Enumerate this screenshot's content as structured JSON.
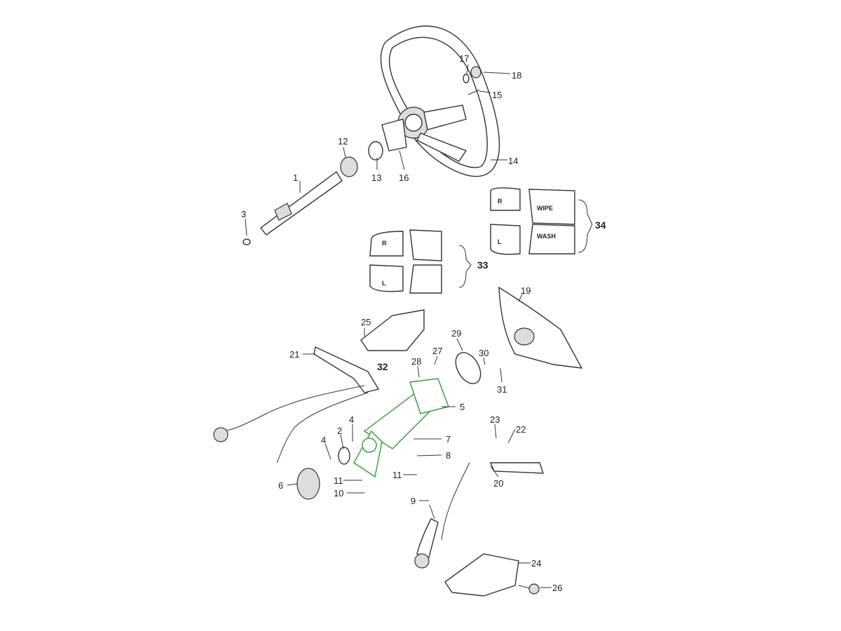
{
  "diagram": {
    "title": "Steering wheel and column switches parts diagram",
    "highlight_color": "#2f9b2f",
    "callouts": [
      "1",
      "2",
      "3",
      "4",
      "4",
      "5",
      "6",
      "7",
      "8",
      "9",
      "10",
      "11",
      "11",
      "12",
      "13",
      "14",
      "15",
      "16",
      "17",
      "18",
      "19",
      "20",
      "21",
      "22",
      "23",
      "24",
      "25",
      "26",
      "27",
      "28",
      "29",
      "30",
      "31",
      "32",
      "33",
      "34"
    ],
    "switch_labels": {
      "wipe": "WIPE",
      "wash": "WASH",
      "r": "R",
      "l": "L"
    }
  }
}
